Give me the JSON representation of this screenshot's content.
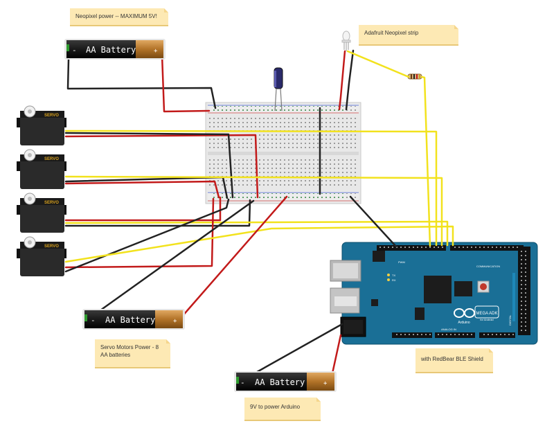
{
  "notes": {
    "neopixel_power": "Neopixel power -- MAXIMUM 5V!",
    "neopixel_strip": "Adafruit Neopixel strip",
    "servo_power": "Servo Motors Power - 8 AA batteries",
    "arduino_power": "9V to power Arduino",
    "shield": "with RedBear BLE Shield"
  },
  "battery_label": "AA Battery",
  "battery_minus": "-",
  "battery_plus": "+",
  "servo_label": "SERVO",
  "arduino": {
    "logo": "Arduino",
    "model": "MEGA ADK",
    "model_sub": "for Android",
    "analog_label": "ANALOG IN",
    "comm_label": "COMMUNICATION",
    "pwm_label": "PWM",
    "digital_label": "DIGITAL",
    "tx": "TX",
    "rx": "RX"
  },
  "colors": {
    "board": "#1a6f96",
    "wire_red": "#c21a1a",
    "wire_black": "#222222",
    "wire_yellow": "#f2e21d",
    "note": "#fde9b4"
  }
}
